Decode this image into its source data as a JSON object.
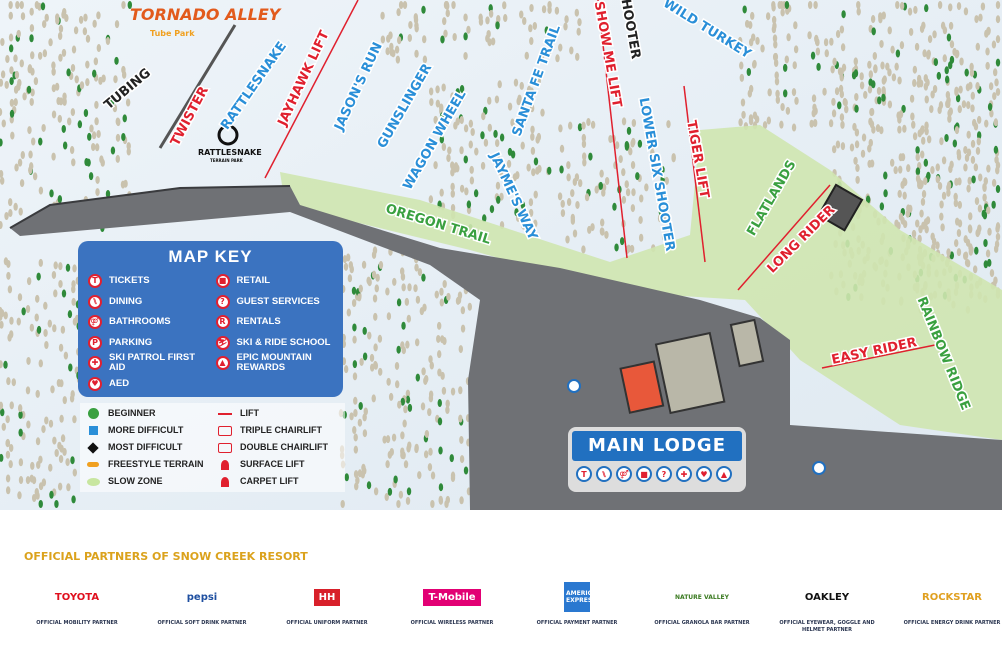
{
  "map": {
    "logo": {
      "title": "TORNADO ALLEY",
      "subtitle": "Tube Park"
    },
    "terrain_park": {
      "title": "RATTLESNAKE",
      "subtitle": "TERRAIN PARK"
    },
    "trails": [
      {
        "text": "TUBING",
        "color": "#222222"
      },
      {
        "text": "TWISTER",
        "color": "#e0202e"
      },
      {
        "text": "RATTLESNAKE",
        "color": "#2a8fd8"
      },
      {
        "text": "JAYHAWK LIFT",
        "color": "#e0202e"
      },
      {
        "text": "JASON'S RUN",
        "color": "#2a8fd8"
      },
      {
        "text": "GUNSLINGER",
        "color": "#2a8fd8"
      },
      {
        "text": "WAGON WHEEL",
        "color": "#2a8fd8"
      },
      {
        "text": "SANTA FE TRAIL",
        "color": "#2a8fd8"
      },
      {
        "text": "SHOW ME LIFT",
        "color": "#e0202e"
      },
      {
        "text": "SHOOTER",
        "color": "#222222"
      },
      {
        "text": "LOWER SIX SHOOTER",
        "color": "#2a8fd8"
      },
      {
        "text": "WILD TURKEY",
        "color": "#2a8fd8"
      },
      {
        "text": "TIGER LIFT",
        "color": "#e0202e"
      },
      {
        "text": "JAYME'S WAY",
        "color": "#2a8fd8"
      },
      {
        "text": "OREGON TRAIL",
        "color": "#3aa040"
      },
      {
        "text": "FLATLANDS",
        "color": "#3aa040"
      },
      {
        "text": "LONG RIDER",
        "color": "#e0202e"
      },
      {
        "text": "EASY RIDER",
        "color": "#e0202e"
      },
      {
        "text": "RAINBOW RIDGE",
        "color": "#3aa040"
      }
    ],
    "main_lodge": "MAIN LODGE",
    "lodge_icons": [
      "T",
      "⑊",
      "⚤",
      "■",
      "?",
      "✚",
      "♥",
      "▲"
    ]
  },
  "map_key": {
    "title": "MAP KEY",
    "left": [
      {
        "icon": "T",
        "label": "TICKETS"
      },
      {
        "icon": "⑊",
        "label": "DINING"
      },
      {
        "icon": "⚤",
        "label": "BATHROOMS"
      },
      {
        "icon": "P",
        "label": "PARKING"
      },
      {
        "icon": "✚",
        "label": "SKI PATROL FIRST AID"
      },
      {
        "icon": "♥",
        "label": "AED"
      }
    ],
    "right": [
      {
        "icon": "■",
        "label": "RETAIL"
      },
      {
        "icon": "?",
        "label": "GUEST SERVICES"
      },
      {
        "icon": "R",
        "label": "RENTALS"
      },
      {
        "icon": "⛷",
        "label": "SKI & RIDE SCHOOL"
      },
      {
        "icon": "▲",
        "label": "EPIC MOUNTAIN REWARDS"
      }
    ]
  },
  "legend": {
    "left": [
      {
        "symbol": "circle",
        "color": "#3aa040",
        "label": "BEGINNER"
      },
      {
        "symbol": "square",
        "color": "#2a8fd8",
        "label": "MORE DIFFICULT"
      },
      {
        "symbol": "diamond",
        "color": "#111111",
        "label": "MOST DIFFICULT"
      },
      {
        "symbol": "pill",
        "color": "#f0a020",
        "label": "FREESTYLE TERRAIN"
      },
      {
        "symbol": "blob",
        "color": "#c8e6a0",
        "label": "SLOW ZONE"
      }
    ],
    "right": [
      {
        "symbol": "line",
        "color": "#e0202e",
        "label": "LIFT"
      },
      {
        "symbol": "triple",
        "color": "#e0202e",
        "label": "TRIPLE CHAIRLIFT"
      },
      {
        "symbol": "double",
        "color": "#e0202e",
        "label": "DOUBLE CHAIRLIFT"
      },
      {
        "symbol": "surface",
        "color": "#e0202e",
        "label": "SURFACE LIFT"
      },
      {
        "symbol": "carpet",
        "color": "#e0202e",
        "label": "CARPET LIFT"
      }
    ]
  },
  "partners": {
    "heading": "OFFICIAL PARTNERS OF SNOW CREEK RESORT",
    "items": [
      {
        "brand": "TOYOTA",
        "desc": "OFFICIAL MOBILITY PARTNER",
        "color": "#e0101e"
      },
      {
        "brand": "pepsi",
        "desc": "OFFICIAL SOFT DRINK PARTNER",
        "color": "#1e4fa0"
      },
      {
        "brand": "HH",
        "desc": "OFFICIAL UNIFORM PARTNER",
        "color": "#d8202a"
      },
      {
        "brand": "T-Mobile",
        "desc": "OFFICIAL WIRELESS PARTNER",
        "color": "#e20074"
      },
      {
        "brand": "AMERICAN EXPRESS",
        "desc": "OFFICIAL PAYMENT PARTNER",
        "color": "#2a78d0"
      },
      {
        "brand": "NATURE VALLEY",
        "desc": "OFFICIAL GRANOLA BAR PARTNER",
        "color": "#3a7a20"
      },
      {
        "brand": "OAKLEY",
        "desc": "OFFICIAL EYEWEAR, GOGGLE AND HELMET PARTNER",
        "color": "#111111"
      },
      {
        "brand": "ROCKSTAR",
        "desc": "OFFICIAL ENERGY DRINK PARTNER",
        "color": "#e0a020"
      }
    ]
  }
}
